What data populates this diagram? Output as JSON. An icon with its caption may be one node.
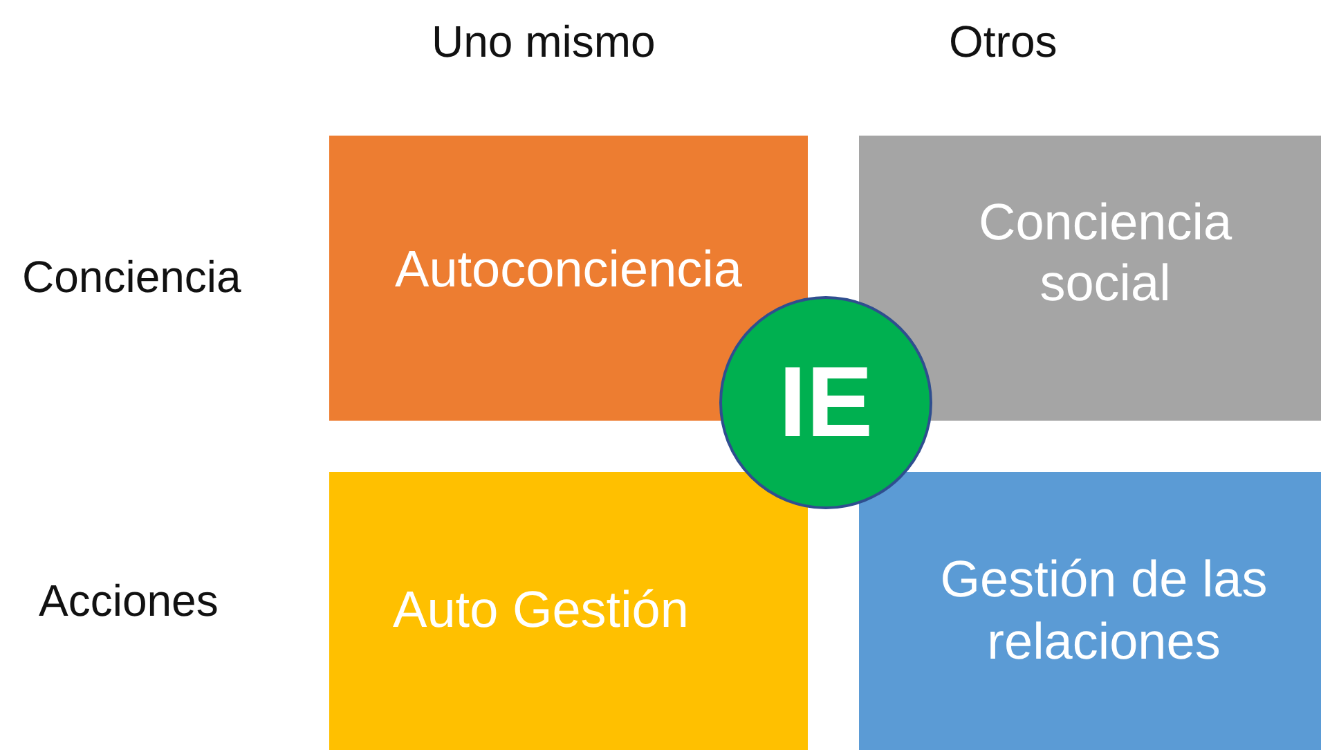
{
  "diagram": {
    "nodes": [
      {
        "text": [
          "Autoconciencia"
        ]
      },
      {
        "text": [
          "Conciencia social"
        ]
      },
      {
        "text": [
          "Auto Gestión"
        ]
      },
      {
        "text": [
          "Gestión de las relaciones"
        ]
      },
      {
        "text": [
          "IE"
        ]
      }
    ],
    "labels": [
      "Uno mismo",
      "Otros",
      "Conciencia",
      "Acciones"
    ]
  }
}
